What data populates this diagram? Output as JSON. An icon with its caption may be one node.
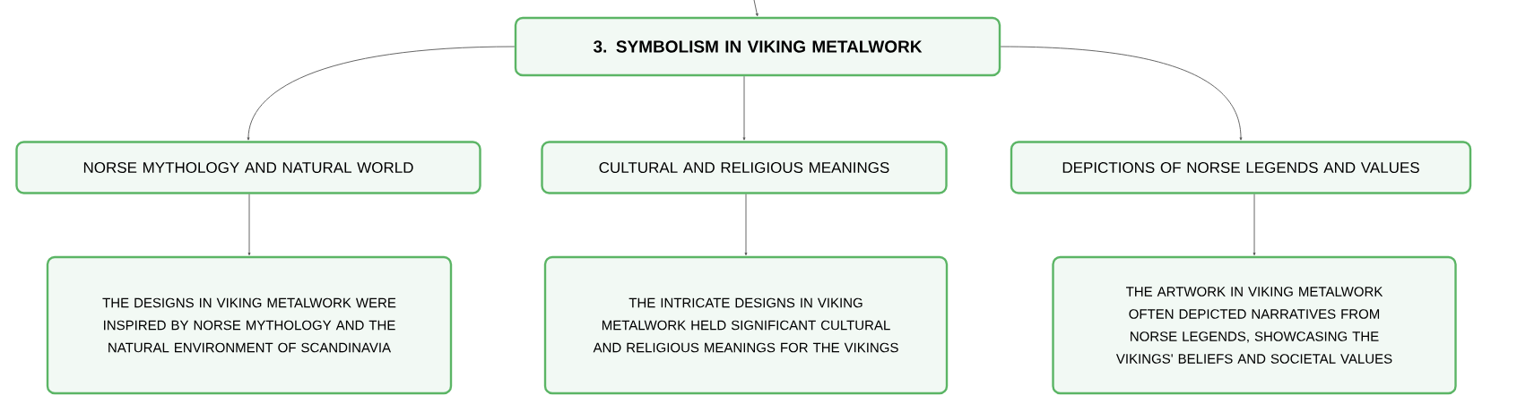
{
  "diagram": {
    "nodes": [
      {
        "text": [
          "3. SYMBOLISM IN VIKING METALWORK"
        ]
      },
      {
        "text": [
          "NORSE MYTHOLOGY AND NATURAL WORLD"
        ]
      },
      {
        "text": [
          "CULTURAL AND RELIGIOUS MEANINGS"
        ]
      },
      {
        "text": [
          "DEPICTIONS OF NORSE LEGENDS AND VALUES"
        ]
      },
      {
        "text": [
          "THE DESIGNS IN VIKING METALWORK WERE INSPIRED BY NORSE MYTHOLOGY AND THE NATURAL ENVIRONMENT OF SCANDINAVIA"
        ]
      },
      {
        "text": [
          "THE INTRICATE DESIGNS IN VIKING METALWORK HELD SIGNIFICANT CULTURAL AND RELIGIOUS MEANINGS FOR THE VIKINGS"
        ]
      },
      {
        "text": [
          "THE ARTWORK IN VIKING METALWORK OFTEN DEPICTED NARRATIVES FROM NORSE LEGENDS, SHOWCASING THE VIKINGS' BELIEFS AND SOCIETAL VALUES"
        ]
      }
    ],
    "edges": [
      {
        "from": null,
        "to": 0,
        "arrow": "to"
      },
      {
        "from": 0,
        "to": 1,
        "arrow": "to"
      },
      {
        "from": 0,
        "to": 2,
        "arrow": "to"
      },
      {
        "from": 0,
        "to": 3,
        "arrow": "to"
      },
      {
        "from": 1,
        "to": 4,
        "arrow": "to"
      },
      {
        "from": 2,
        "to": 5,
        "arrow": "to"
      },
      {
        "from": 3,
        "to": 6,
        "arrow": "to"
      }
    ]
  }
}
